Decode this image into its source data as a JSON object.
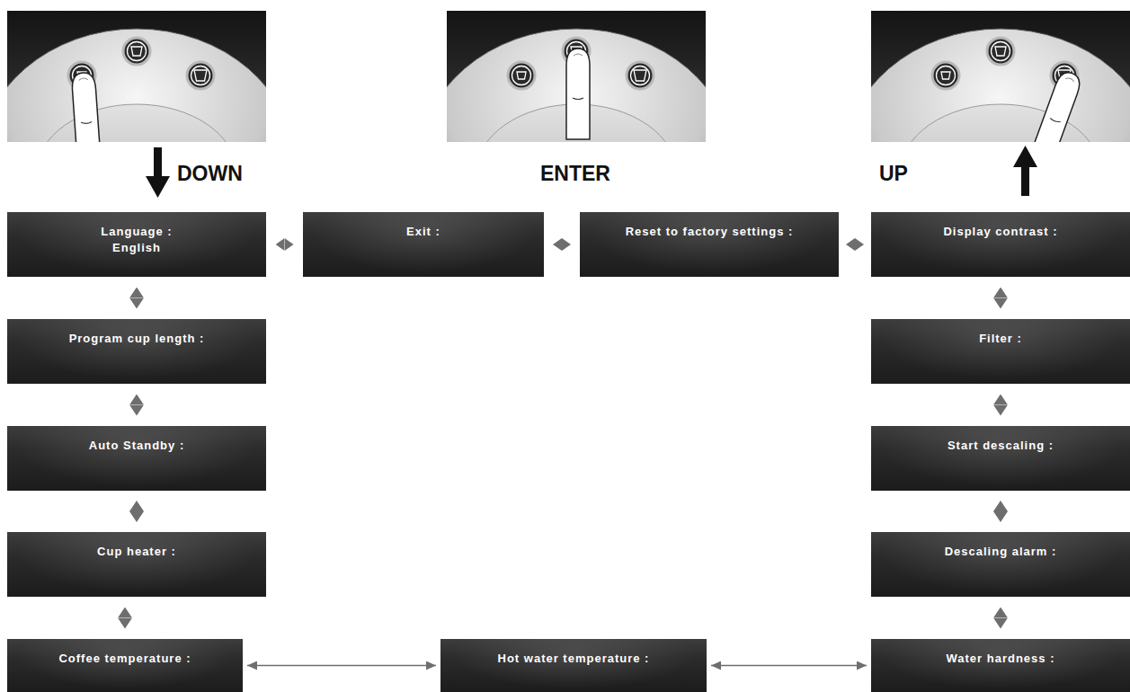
{
  "diagram": {
    "nodes": [
      {
        "text": [
          "Language :",
          "English"
        ]
      },
      {
        "text": [
          "Exit :"
        ]
      },
      {
        "text": [
          "Reset to factory settings :"
        ]
      },
      {
        "text": [
          "Display contrast :"
        ]
      },
      {
        "text": [
          "Program cup length :"
        ]
      },
      {
        "text": [
          "Filter :"
        ]
      },
      {
        "text": [
          "Auto Standby :"
        ]
      },
      {
        "text": [
          "Start descaling :"
        ]
      },
      {
        "text": [
          "Cup heater :"
        ]
      },
      {
        "text": [
          "Descaling alarm :"
        ]
      },
      {
        "text": [
          "Coffee temperature :"
        ]
      },
      {
        "text": [
          "Hot water temperature :"
        ]
      },
      {
        "text": [
          "Water hardness :"
        ]
      }
    ],
    "edges": [
      {
        "from": 0,
        "to": 1,
        "arrow": "both"
      },
      {
        "from": 1,
        "to": 2,
        "arrow": "both"
      },
      {
        "from": 2,
        "to": 3,
        "arrow": "both"
      },
      {
        "from": 0,
        "to": 4,
        "arrow": "both"
      },
      {
        "from": 4,
        "to": 6,
        "arrow": "both"
      },
      {
        "from": 6,
        "to": 8,
        "arrow": "both"
      },
      {
        "from": 8,
        "to": 10,
        "arrow": "both"
      },
      {
        "from": 10,
        "to": 11,
        "arrow": "both"
      },
      {
        "from": 11,
        "to": 12,
        "arrow": "both"
      },
      {
        "from": 12,
        "to": 9,
        "arrow": "both"
      },
      {
        "from": 9,
        "to": 7,
        "arrow": "both"
      },
      {
        "from": 7,
        "to": 5,
        "arrow": "both"
      },
      {
        "from": 5,
        "to": 3,
        "arrow": "both"
      }
    ],
    "labels": [
      "DOWN",
      "ENTER",
      "UP"
    ]
  }
}
